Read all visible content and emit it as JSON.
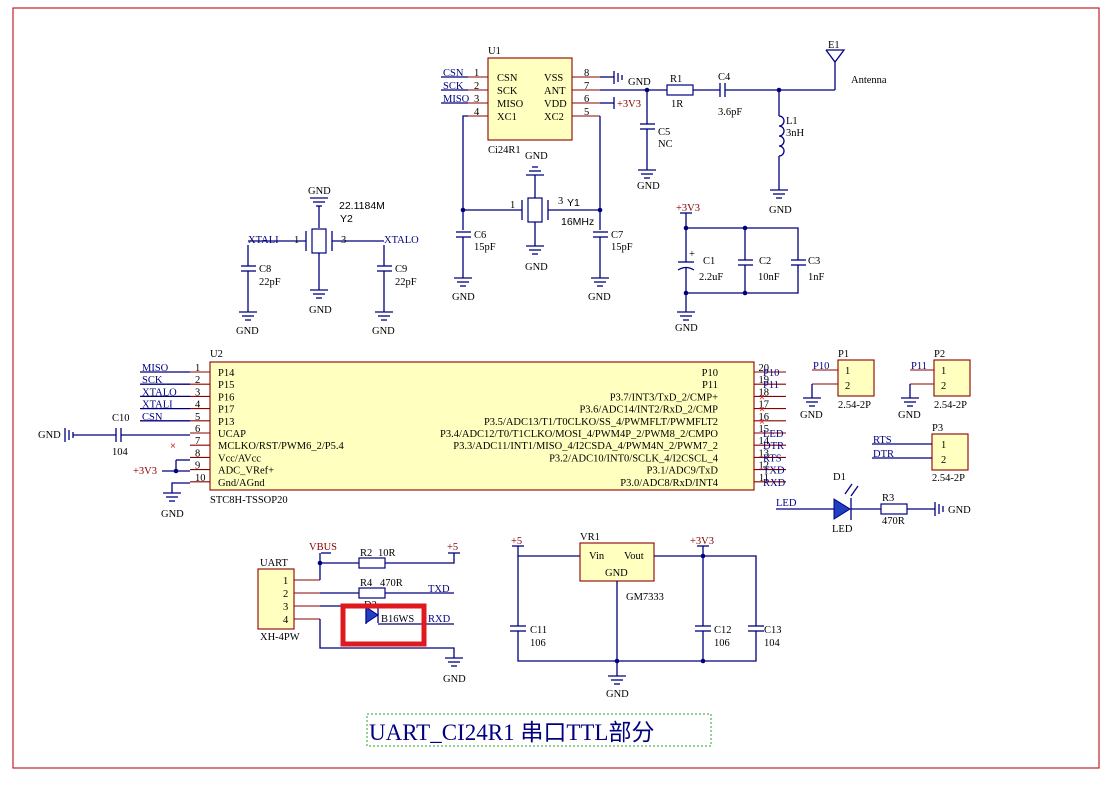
{
  "title": "UART_CI24R1 串口TTL部分",
  "u1": {
    "ref": "U1",
    "part": "Ci24R1",
    "left_pins": [
      {
        "n": "1",
        "name": "CSN",
        "net": "CSN"
      },
      {
        "n": "2",
        "name": "SCK",
        "net": "SCK"
      },
      {
        "n": "3",
        "name": "MISO",
        "net": "MISO"
      },
      {
        "n": "4",
        "name": "XC1",
        "net": ""
      }
    ],
    "right_pins": [
      {
        "n": "8",
        "name": "VSS"
      },
      {
        "n": "7",
        "name": "ANT"
      },
      {
        "n": "6",
        "name": "VDD"
      },
      {
        "n": "5",
        "name": "XC2"
      }
    ]
  },
  "u2": {
    "ref": "U2",
    "part": "STC8H-TSSOP20",
    "left_pins": [
      {
        "n": "1",
        "name": "P14",
        "net": "MISO"
      },
      {
        "n": "2",
        "name": "P15",
        "net": "SCK"
      },
      {
        "n": "3",
        "name": "P16",
        "net": "XTALO"
      },
      {
        "n": "4",
        "name": "P17",
        "net": "XTALI"
      },
      {
        "n": "5",
        "name": "P13",
        "net": "CSN"
      },
      {
        "n": "6",
        "name": "UCAP",
        "net": ""
      },
      {
        "n": "7",
        "name": "MCLKO/RST/PWM6_2/P5.4",
        "net": ""
      },
      {
        "n": "8",
        "name": "Vcc/AVcc",
        "net": ""
      },
      {
        "n": "9",
        "name": "ADC_VRef+",
        "net": ""
      },
      {
        "n": "10",
        "name": "Gnd/AGnd",
        "net": ""
      }
    ],
    "right_pins": [
      {
        "n": "20",
        "name": "P10",
        "net": "P10"
      },
      {
        "n": "19",
        "name": "P11",
        "net": "P11"
      },
      {
        "n": "18",
        "name": "P3.7/INT3/TxD_2/CMP+",
        "net": ""
      },
      {
        "n": "17",
        "name": "P3.6/ADC14/INT2/RxD_2/CMP",
        "net": ""
      },
      {
        "n": "16",
        "name": "P3.5/ADC13/T1/T0CLKO/SS_4/PWMFLT/PWMFLT2",
        "net": ""
      },
      {
        "n": "15",
        "name": "P3.4/ADC12/T0/T1CLKO/MOSI_4/PWM4P_2/PWM8_2/CMPO",
        "net": "LED"
      },
      {
        "n": "14",
        "name": "P3.3/ADC11/INT1/MISO_4/I2CSDA_4/PWM4N_2/PWM7_2",
        "net": "DTR"
      },
      {
        "n": "13",
        "name": "P3.2/ADC10/INT0/SCLK_4/I2CSCL_4",
        "net": "RTS"
      },
      {
        "n": "12",
        "name": "P3.1/ADC9/TxD",
        "net": "TXD"
      },
      {
        "n": "11",
        "name": "P3.0/ADC8/RxD/INT4",
        "net": "RXD"
      }
    ]
  },
  "labels": {
    "gnd": "GND",
    "v33": "+3V3",
    "v5": "+5",
    "vbus": "VBUS",
    "antenna": "Antenna",
    "e1": "E1",
    "r1": "R1",
    "r1v": "1R",
    "c4": "C4",
    "c4v": "3.6pF",
    "c5": "C5",
    "c5v": "NC",
    "l1": "L1",
    "l1v": "3nH",
    "y1": "Y1",
    "y1v": "16MHz",
    "c6": "C6",
    "c6v": "15pF",
    "c7": "C7",
    "c7v": "15pF",
    "y2": "Y2",
    "y2v": "22.1184M",
    "xtali": "XTALI",
    "xtalo": "XTALO",
    "c8": "C8",
    "c8v": "22pF",
    "c9": "C9",
    "c9v": "22pF",
    "c1": "C1",
    "c1v": "2.2uF",
    "c2": "C2",
    "c2v": "10nF",
    "c3": "C3",
    "c3v": "1nF",
    "c10": "C10",
    "c10v": "104",
    "p1": "P1",
    "p2": "P2",
    "p3": "P3",
    "hdr": "2.54-2P",
    "p10": "P10",
    "p11": "P11",
    "rts": "RTS",
    "dtr": "DTR",
    "d1": "D1",
    "led": "LED",
    "r3": "R3",
    "r3v": "470R",
    "uart": "UART",
    "xh": "XH-4PW",
    "r2": "R2",
    "r2v": "10R",
    "r4": "R4",
    "r4v": "470R",
    "d2": "D2",
    "d2v": "B16WS",
    "txd": "TXD",
    "rxd": "RXD",
    "vr1": "VR1",
    "vin": "Vin",
    "vout": "Vout",
    "vrgnd": "GND",
    "vrpart": "GM7333",
    "c11": "C11",
    "c11v": "106",
    "c12": "C12",
    "c12v": "106",
    "c13": "C13",
    "c13v": "104"
  },
  "highlight_color": "#e0191f",
  "border_color": "#c0202a"
}
